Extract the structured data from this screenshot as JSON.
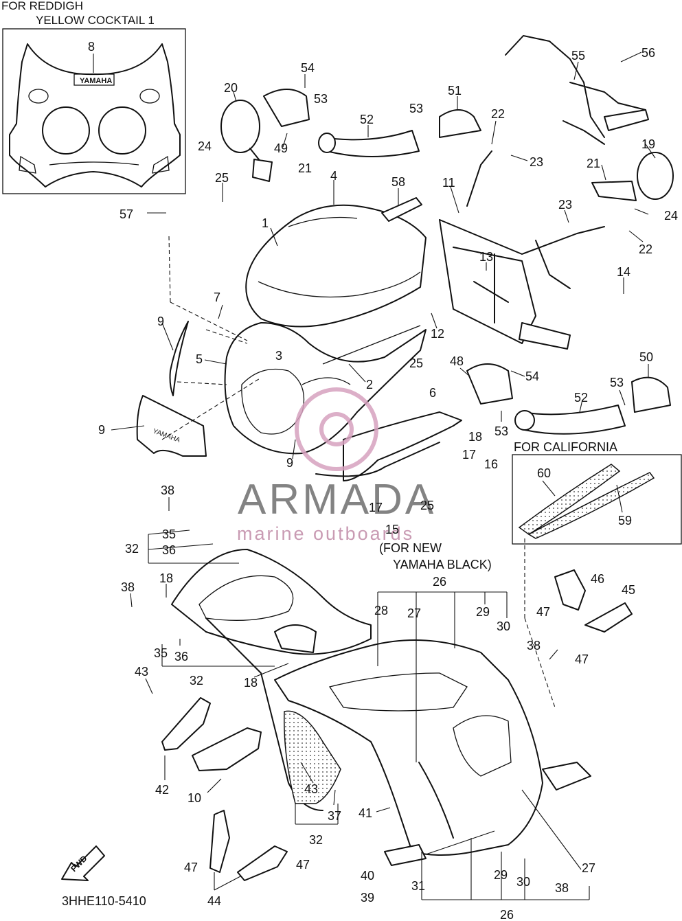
{
  "header_left": {
    "line1": "FOR REDDIGH",
    "line2": "YELLOW COCKTAIL 1"
  },
  "inset_top": {
    "label": "8",
    "logo_text": "YAMAHA"
  },
  "inset_california": {
    "title": "FOR CALIFORNIA",
    "labels": [
      "60",
      "59"
    ]
  },
  "note_new_black": {
    "line1": "(FOR NEW",
    "line2": "YAMAHA BLACK)"
  },
  "watermark": {
    "brand": "ARMADA",
    "tagline": "marine outboards"
  },
  "part_code": "3HHE110-5410",
  "fwd_label": "FWD",
  "part_labels": {
    "l1": "1",
    "l2": "2",
    "l3": "3",
    "l4": "4",
    "l5": "5",
    "l6": "6",
    "l7": "7",
    "l9a": "9",
    "l9b": "9",
    "l9c": "9",
    "l10": "10",
    "l11": "11",
    "l12": "12",
    "l13": "13",
    "l14": "14",
    "l15": "15",
    "l16": "16",
    "l17a": "17",
    "l17b": "17",
    "l18a": "18",
    "l18b": "18",
    "l18c": "18",
    "l19": "19",
    "l20": "20",
    "l21a": "21",
    "l21b": "21",
    "l22a": "22",
    "l22b": "22",
    "l23a": "23",
    "l23b": "23",
    "l24a": "24",
    "l24b": "24",
    "l25a": "25",
    "l25b": "25",
    "l25c": "25",
    "l26a": "26",
    "l26b": "26",
    "l27a": "27",
    "l27b": "27",
    "l28": "28",
    "l29a": "29",
    "l29b": "29",
    "l30a": "30",
    "l30b": "30",
    "l31": "31",
    "l32a": "32",
    "l32b": "32",
    "l32c": "32",
    "l35a": "35",
    "l35b": "35",
    "l36a": "36",
    "l36b": "36",
    "l37": "37",
    "l38a": "38",
    "l38b": "38",
    "l38c": "38",
    "l38d": "38",
    "l39": "39",
    "l40": "40",
    "l41": "41",
    "l42": "42",
    "l43a": "43",
    "l43b": "43",
    "l44": "44",
    "l45": "45",
    "l46": "46",
    "l47a": "47",
    "l47b": "47",
    "l47c": "47",
    "l47d": "47",
    "l48": "48",
    "l49": "49",
    "l50": "50",
    "l51": "51",
    "l52a": "52",
    "l52b": "52",
    "l53a": "53",
    "l53b": "53",
    "l53c": "53",
    "l53d": "53",
    "l54a": "54",
    "l54b": "54",
    "l55": "55",
    "l56": "56",
    "l57": "57",
    "l58": "58"
  }
}
